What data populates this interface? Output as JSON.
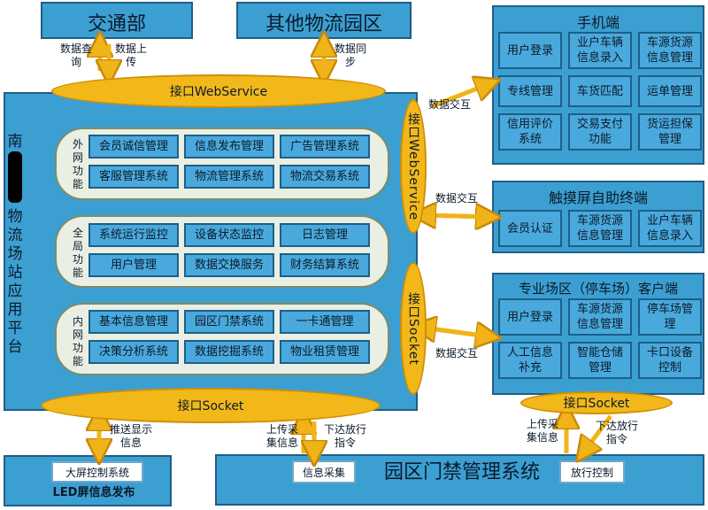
{
  "top": {
    "transport": "交通部",
    "other_parks": "其他物流园区",
    "transport_flow": "数据查\n询",
    "transport_flow2": "数据上\n传",
    "other_flow": "数据同\n步"
  },
  "platform": {
    "title": "南□物流场站应用平台",
    "title_chars": [
      "南",
      "",
      "",
      "物",
      "流",
      "场",
      "站",
      "应",
      "用",
      "平",
      "台"
    ],
    "groups": [
      {
        "label": "外网\n功能",
        "items": [
          "会员诚信管理",
          "信息发布管理",
          "广告管理系统",
          "客服管理系统",
          "物流管理系统",
          "物流交易系统"
        ]
      },
      {
        "label": "全局\n功能",
        "items": [
          "系统运行监控",
          "设备状态监控",
          "日志管理",
          "用户管理",
          "数据交换服务",
          "财务结算系统"
        ]
      },
      {
        "label": "内网\n功能",
        "items": [
          "基本信息管理",
          "园区门禁系统",
          "一卡通管理",
          "决策分析系统",
          "数据挖掘系统",
          "物业租赁管理"
        ]
      }
    ]
  },
  "interfaces": {
    "top_ws": "接口WebService",
    "right_ws": "接口WebService",
    "right_socket": "接口Socket",
    "bottom_socket": "接口Socket",
    "gate_socket": "接口Socket"
  },
  "mobile": {
    "title": "手机端",
    "items": [
      "用户登录",
      "业户车辆\n信息录入",
      "车源货源\n信息管理",
      "专线管理",
      "车货匹配",
      "运单管理",
      "信用评价\n系统",
      "交易支付\n功能",
      "货运担保\n管理"
    ]
  },
  "kiosk": {
    "title": "触摸屏自助终端",
    "items": [
      "会员认证",
      "车源货源\n信息管理",
      "业户车辆\n信息录入"
    ]
  },
  "parking": {
    "title": "专业场区（停车场）客户端",
    "items": [
      "用户登录",
      "车源货源\n信息管理",
      "停车场管\n理",
      "人工信息\n补充",
      "智能仓储\n管理",
      "卡口设备\n控制"
    ]
  },
  "flows": {
    "mobile": "数据交互",
    "kiosk": "数据交互",
    "parking": "数据交互",
    "push": "推送显示\n信息",
    "upload": "上传采\n集信息",
    "command": "下达放行\n指令",
    "gate_upload": "上传采\n集信息",
    "gate_command": "下达放行\n指令"
  },
  "bottom": {
    "screen_button": "大屏控制系统",
    "led_caption": "LED屏信息发布",
    "gate_title": "园区门禁管理系统",
    "collect": "信息采集",
    "release": "放行控制"
  }
}
